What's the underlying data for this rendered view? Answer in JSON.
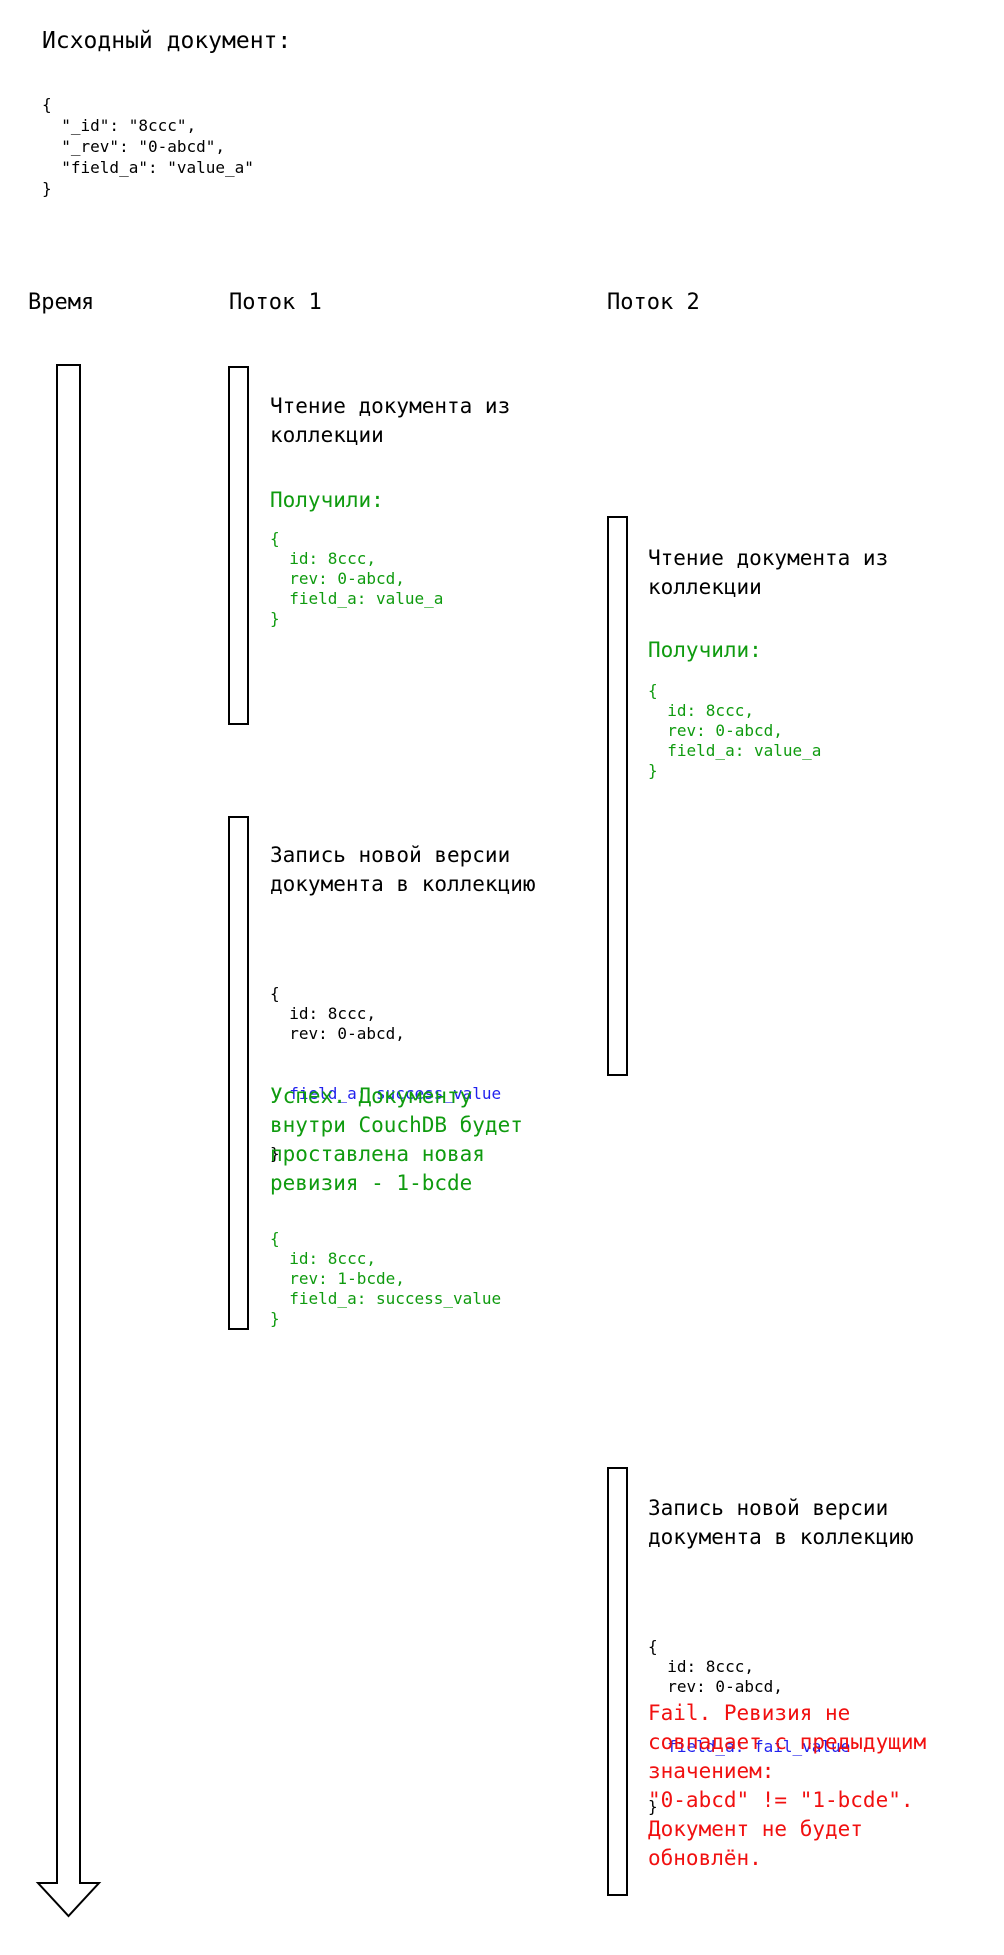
{
  "colors": {
    "green": "#0f9b0f",
    "blue": "#2121ee",
    "red": "#f11010",
    "stroke": "#000000",
    "background": "#ffffff"
  },
  "intro": {
    "title": "Исходный документ:",
    "json": "{\n  \"_id\": \"8ccc\",\n  \"_rev\": \"0-abcd\",\n  \"field_a\": \"value_a\"\n}"
  },
  "headers": {
    "time": "Время",
    "thread1": "Поток 1",
    "thread2": "Поток 2"
  },
  "thread1": {
    "read": {
      "action": "Чтение документа из\nколлекции",
      "result_label": "Получили:",
      "result_json": "{\n  id: 8ccc,\n  rev: 0-abcd,\n  field_a: value_a\n}"
    },
    "write": {
      "action": "Запись новой версии\nдокумента в коллекцию",
      "request_json_top": "{\n  id: 8ccc,\n  rev: 0-abcd,",
      "request_json_highlight": "  field_a: success_value",
      "request_json_close": "}",
      "success_note": "Успех. Документу\nвнутри CouchDB будет\nпроставлена новая\nревизия - 1-bcde",
      "result_json": "{\n  id: 8ccc,\n  rev: 1-bcde,\n  field_a: success_value\n}"
    }
  },
  "thread2": {
    "read": {
      "action": "Чтение документа из\nколлекции",
      "result_label": "Получили:",
      "result_json": "{\n  id: 8ccc,\n  rev: 0-abcd,\n  field_a: value_a\n}"
    },
    "write": {
      "action": "Запись новой версии\nдокумента в коллекцию",
      "request_json_top": "{\n  id: 8ccc,\n  rev: 0-abcd,",
      "request_json_highlight": "  field_a: fail_value",
      "request_json_close": "}",
      "fail_note": "Fail. Ревизия не\nсовпадает с предыдущим\nзначением:\n\"0-abcd\" != \"1-bcde\".\nДокумент не будет\nобновлён."
    }
  }
}
